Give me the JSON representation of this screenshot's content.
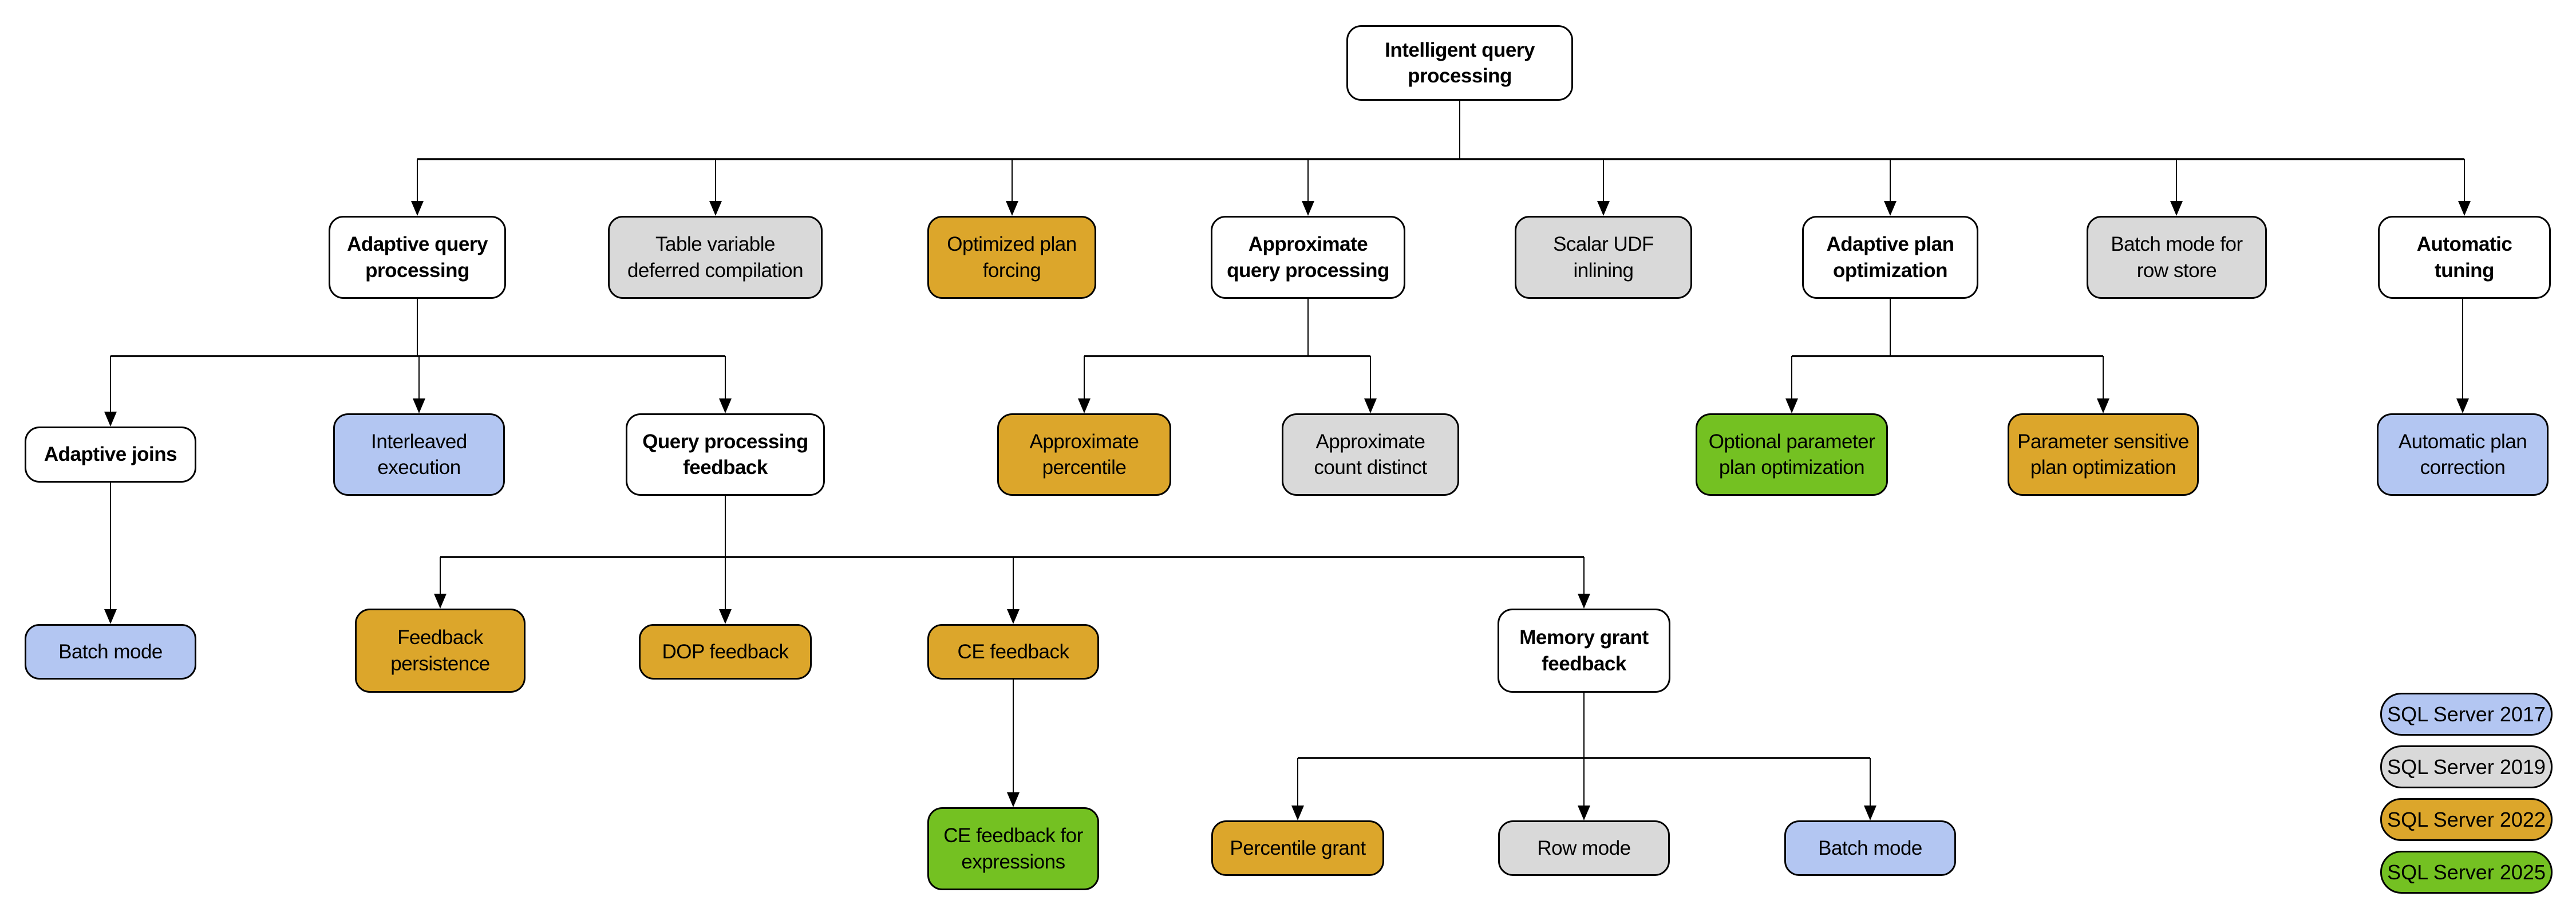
{
  "colors": {
    "sql_server_2017_blue": "#b3c6f2",
    "sql_server_2019_gray": "#d9d9d9",
    "sql_server_2022_gold": "#dca62b",
    "sql_server_2025_green": "#74c122",
    "parent_node_white": "#ffffff",
    "line_black": "#000000"
  },
  "nodes": [
    {
      "label": "Intelligent query\nprocessing",
      "version": "parent"
    },
    {
      "label": "Adaptive query\nprocessing",
      "version": "parent"
    },
    {
      "label": "Table variable\ndeferred compilation",
      "version": "SQL Server 2019"
    },
    {
      "label": "Optimized plan\nforcing",
      "version": "SQL Server 2022"
    },
    {
      "label": "Approximate\nquery processing",
      "version": "parent"
    },
    {
      "label": "Scalar UDF\ninlining",
      "version": "SQL Server 2019"
    },
    {
      "label": "Adaptive plan\noptimization",
      "version": "parent"
    },
    {
      "label": "Batch mode for\nrow store",
      "version": "SQL Server 2019"
    },
    {
      "label": "Automatic\ntuning",
      "version": "parent"
    },
    {
      "label": "Adaptive joins",
      "version": "parent"
    },
    {
      "label": "Interleaved\nexecution",
      "version": "SQL Server 2017"
    },
    {
      "label": "Query processing\nfeedback",
      "version": "parent"
    },
    {
      "label": "Approximate\npercentile",
      "version": "SQL Server 2022"
    },
    {
      "label": "Approximate\ncount distinct",
      "version": "SQL Server 2019"
    },
    {
      "label": "Optional parameter\nplan optimization",
      "version": "SQL Server 2025"
    },
    {
      "label": "Parameter sensitive\nplan optimization",
      "version": "SQL Server 2022"
    },
    {
      "label": "Automatic plan\ncorrection",
      "version": "SQL Server 2017"
    },
    {
      "label": "Batch mode",
      "version": "SQL Server 2017"
    },
    {
      "label": "Feedback\npersistence",
      "version": "SQL Server 2022"
    },
    {
      "label": "DOP feedback",
      "version": "SQL Server 2022"
    },
    {
      "label": "CE feedback",
      "version": "SQL Server 2022"
    },
    {
      "label": "Memory grant\nfeedback",
      "version": "parent"
    },
    {
      "label": "CE feedback for\nexpressions",
      "version": "SQL Server 2025"
    },
    {
      "label": "Percentile grant",
      "version": "SQL Server 2022"
    },
    {
      "label": "Row mode",
      "version": "SQL Server 2019"
    },
    {
      "label": "Batch mode",
      "version": "SQL Server 2017"
    }
  ],
  "legend": [
    {
      "label": "SQL Server 2017",
      "color": "#b3c6f2"
    },
    {
      "label": "SQL Server 2019",
      "color": "#d9d9d9"
    },
    {
      "label": "SQL Server 2022",
      "color": "#dca62b"
    },
    {
      "label": "SQL Server 2025",
      "color": "#74c122"
    }
  ]
}
